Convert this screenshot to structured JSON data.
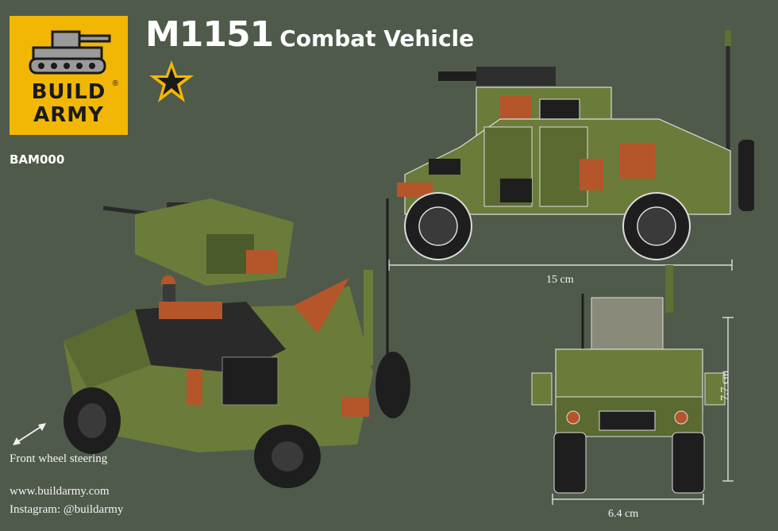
{
  "brand": {
    "line1": "BUILD",
    "line2": "ARMY",
    "registered": "®",
    "colors": {
      "logo_bg": "#f2b705",
      "logo_ink": "#1a1a1a"
    }
  },
  "title": {
    "model": "M1151",
    "subtitle": "Combat Vehicle"
  },
  "sku": "BAM000",
  "icons": [
    "tank-icon",
    "star-icon",
    "double-arrow-icon"
  ],
  "dimensions": {
    "length": "15 cm",
    "height": "7.7 cm",
    "width": "6.4 cm"
  },
  "feature": "Front wheel steering",
  "footer": {
    "website": "www.buildarmy.com",
    "instagram": "Instagram: @buildarmy"
  },
  "colors": {
    "background": "#505a4b",
    "olive": "#6b7c3a",
    "rust": "#b5562a",
    "black": "#1e1e1e"
  }
}
